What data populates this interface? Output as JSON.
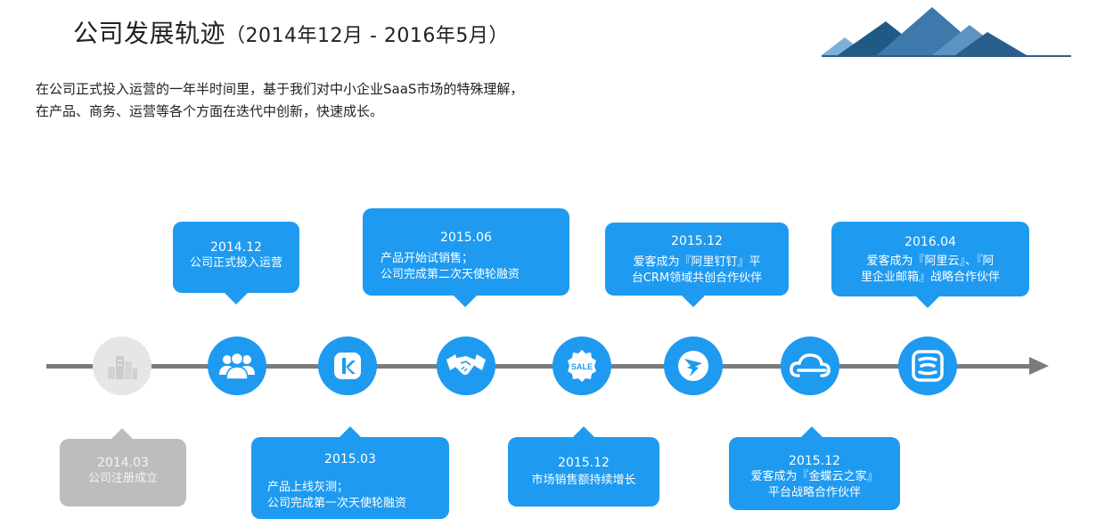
{
  "header": {
    "title": "公司发展轨迹",
    "subtitle": "（2014年12月 - 2016年5月）"
  },
  "intro": {
    "line1": "在公司正式投入运营的一年半时间里，基于我们对中小企业SaaS市场的特殊理解，",
    "line2": "在产品、商务、运营等各个方面在迭代中创新，快速成长。"
  },
  "colors": {
    "accent": "#1e9af0",
    "inactive": "#bdbdbd",
    "axis": "#7b7b7b",
    "rule": "#2f5d85"
  },
  "milestones": [
    {
      "date": "2014.03",
      "text": "公司注册成立",
      "icon": "building-icon",
      "position": "below",
      "state": "inactive"
    },
    {
      "date": "2014.12",
      "text": "公司正式投入运营",
      "icon": "people-icon",
      "position": "above",
      "state": "active"
    },
    {
      "date": "2015.03",
      "text": "产品上线灰测；\n公司完成第一次天使轮融资",
      "icon": "k-logo-icon",
      "position": "below",
      "state": "active"
    },
    {
      "date": "2015.06",
      "text": "产品开始试销售；\n公司完成第二次天使轮融资",
      "icon": "handshake-icon",
      "position": "above",
      "state": "active"
    },
    {
      "date": "2015.12",
      "text": "市场销售额持续增长",
      "icon": "sale-tag-icon",
      "position": "below",
      "state": "active"
    },
    {
      "date": "2015.12",
      "text": "爱客成为『阿里钉钉』平\n台CRM领域共创合作伙伴",
      "icon": "dingtalk-icon",
      "position": "above",
      "state": "active"
    },
    {
      "date": "2015.12",
      "text": "爱客成为『金蝶云之家』\n平台战略合作伙伴",
      "icon": "cloud-icon",
      "position": "below",
      "state": "active"
    },
    {
      "date": "2016.04",
      "text": "爱客成为『阿里云』、『阿\n里企业邮箱』战略合作伙伴",
      "icon": "ali-mail-icon",
      "position": "above",
      "state": "active"
    }
  ]
}
